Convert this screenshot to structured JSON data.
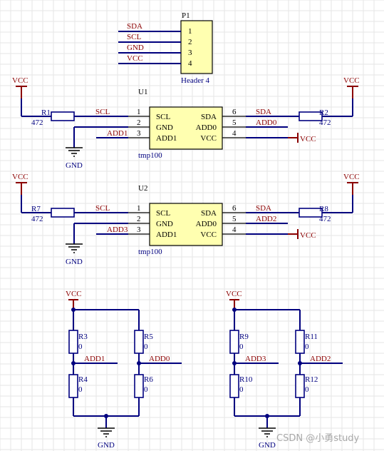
{
  "header": {
    "designator": "P1",
    "comment": "Header 4",
    "pins": [
      "1",
      "2",
      "3",
      "4"
    ],
    "nets": [
      "SDA",
      "SCL",
      "GND",
      "VCC"
    ]
  },
  "u1": {
    "designator": "U1",
    "comment": "tmp100",
    "pin_numbers": [
      "1",
      "2",
      "3",
      "6",
      "5",
      "4"
    ],
    "pins_left": [
      "SCL",
      "GND",
      "ADD1"
    ],
    "pins_right": [
      "SDA",
      "ADD0",
      "VCC"
    ],
    "net_scl": "SCL",
    "net_add_left": "ADD1",
    "net_sda": "SDA",
    "net_add_right": "ADD0",
    "pwr_left": "VCC",
    "pwr_right": "VCC",
    "pwr_pin4": "VCC",
    "gnd": "GND",
    "r_left": {
      "ref": "R1",
      "value": "472"
    },
    "r_right": {
      "ref": "R2",
      "value": "472"
    }
  },
  "u2": {
    "designator": "U2",
    "comment": "tmp100",
    "pin_numbers": [
      "1",
      "2",
      "3",
      "6",
      "5",
      "4"
    ],
    "pins_left": [
      "SCL",
      "GND",
      "ADD1"
    ],
    "pins_right": [
      "SDA",
      "ADD0",
      "VCC"
    ],
    "net_scl": "SCL",
    "net_add_left": "ADD3",
    "net_sda": "SDA",
    "net_add_right": "ADD2",
    "pwr_left": "VCC",
    "pwr_right": "VCC",
    "pwr_pin4": "VCC",
    "gnd": "GND",
    "r_left": {
      "ref": "R7",
      "value": "472"
    },
    "r_right": {
      "ref": "R8",
      "value": "472"
    }
  },
  "divider_left": {
    "vcc": "VCC",
    "gnd": "GND",
    "net_a": "ADD1",
    "net_b": "ADD0",
    "resistors": [
      {
        "ref": "R3",
        "value": "0"
      },
      {
        "ref": "R5",
        "value": "0"
      },
      {
        "ref": "R4",
        "value": "0"
      },
      {
        "ref": "R6",
        "value": "0"
      }
    ]
  },
  "divider_right": {
    "vcc": "VCC",
    "gnd": "GND",
    "net_a": "ADD3",
    "net_b": "ADD2",
    "resistors": [
      {
        "ref": "R9",
        "value": "0"
      },
      {
        "ref": "R11",
        "value": "0"
      },
      {
        "ref": "R10",
        "value": "0"
      },
      {
        "ref": "R12",
        "value": "0"
      }
    ]
  },
  "watermark": "CSDN @小勇study"
}
